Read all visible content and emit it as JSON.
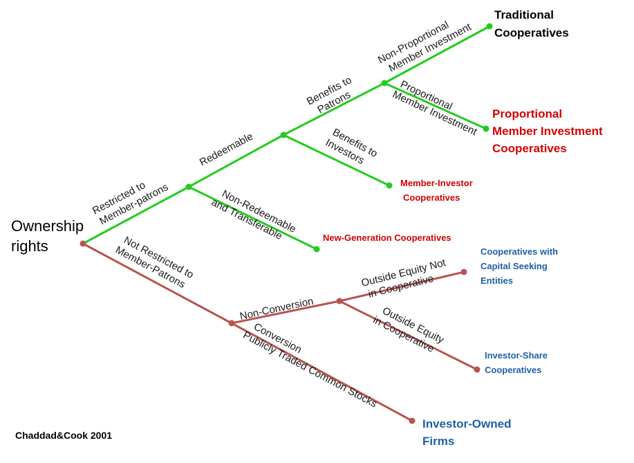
{
  "colors": {
    "green_branch": "#22cc1e",
    "red_branch": "#b85450",
    "traditional": "#000000",
    "red_outcome": "#d40000",
    "blue_outcome": "#1f5fa8"
  },
  "root": {
    "line1": "Ownership",
    "line2": "rights"
  },
  "edges": {
    "restricted": {
      "line1": "Restricted to",
      "line2": "Member-patrons"
    },
    "not_restricted": {
      "line1": "Not Restricted to",
      "line2": "Member-Patrons"
    },
    "redeemable": "Redeemable",
    "non_redeemable": {
      "line1": "Non-Redeemable",
      "line2": "and Transferable"
    },
    "benefits_patrons": {
      "line1": "Benefits to",
      "line2": "Patrons"
    },
    "benefits_investors": {
      "line1": "Benefits to",
      "line2": "Investors"
    },
    "non_proportional": {
      "line1": "Non-Proportional",
      "line2": "Member Investment"
    },
    "proportional": {
      "line1": "Proportional",
      "line2": "Member Investment"
    },
    "non_conversion": "Non-Conversion",
    "conversion": {
      "line1": "Conversion",
      "line2": "Publicly Traded Common Stocks"
    },
    "outside_not": {
      "line1": "Outside Equity Not",
      "line2": "in Cooperative"
    },
    "outside_in": {
      "line1": "Outside Equity",
      "line2": "in Cooperative"
    }
  },
  "outcomes": {
    "traditional": {
      "line1": "Traditional",
      "line2": "Cooperatives"
    },
    "proportional": {
      "line1": "Proportional",
      "line2": "Member Investment",
      "line3": "Cooperatives"
    },
    "member_investor": {
      "line1": "Member-Investor",
      "line2": "Cooperatives"
    },
    "new_generation": "New-Generation Cooperatives",
    "capital_seeking": {
      "line1": "Cooperatives with",
      "line2": "Capital Seeking",
      "line3": "Entities"
    },
    "investor_share": {
      "line1": "Investor-Share",
      "line2": "Cooperatives"
    },
    "investor_owned": {
      "line1": "Investor-Owned",
      "line2": "Firms"
    }
  },
  "credit": "Chaddad&Cook 2001"
}
